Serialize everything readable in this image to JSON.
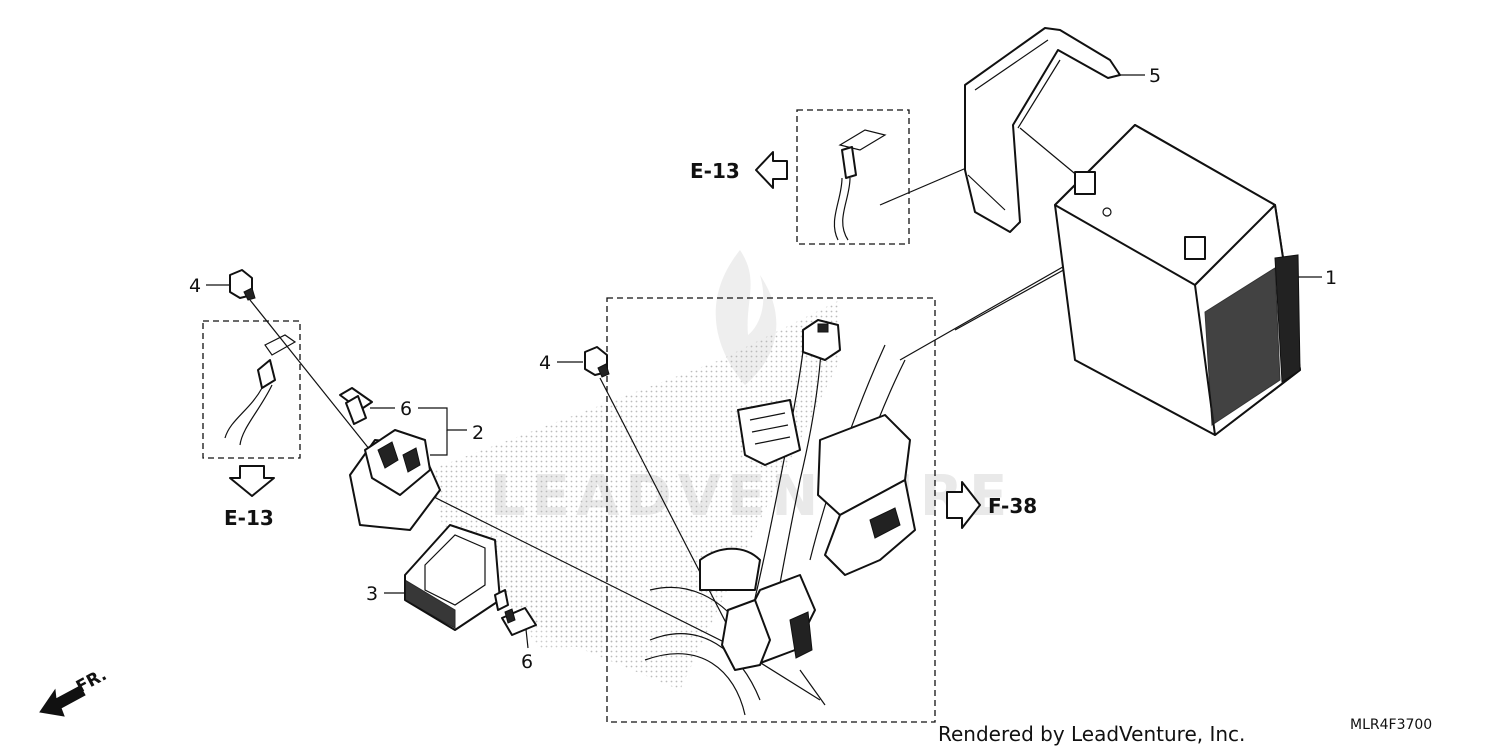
{
  "callouts": {
    "battery": "1",
    "fuse_box": "2",
    "relay": "3",
    "bolt_left": "4",
    "bolt_center": "4",
    "band": "5",
    "fuse_upper": "6",
    "fuse_lower": "6"
  },
  "references": {
    "e13_upper": "E-13",
    "e13_lower": "E-13",
    "f38": "F-38"
  },
  "direction_label": "FR.",
  "credit": "Rendered by LeadVenture, Inc.",
  "diagram_code": "MLR4F3700",
  "watermark": "LEADVENTURE",
  "icons": [
    "fire-icon",
    "front-direction-arrow-icon"
  ]
}
